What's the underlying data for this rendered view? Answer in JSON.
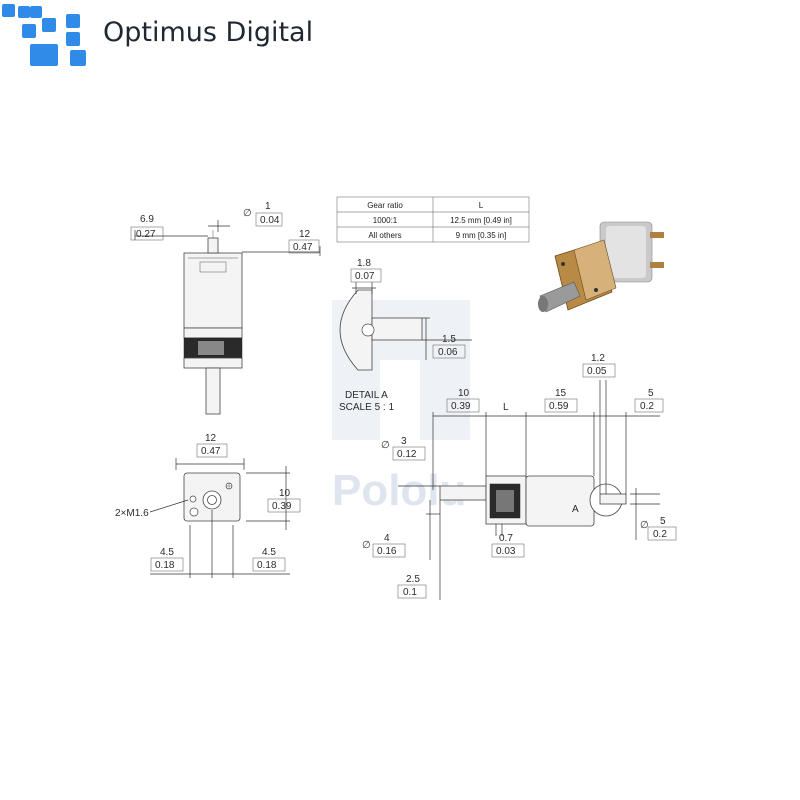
{
  "brand": {
    "name": "Optimus Digital",
    "logo_color": "#2f8ae8",
    "logo_icon": "pixel-squares-logo"
  },
  "watermark": "Pololu",
  "gear_table": {
    "headers": [
      "Gear ratio",
      "L"
    ],
    "rows": [
      [
        "1000:1",
        "12.5 mm [0.49 in]"
      ],
      [
        "All others",
        "9 mm [0.35 in]"
      ]
    ]
  },
  "front_view": {
    "shaft_dia": "1",
    "shaft_dia_in": "0.04",
    "offset": "6.9",
    "offset_in": "0.27",
    "width": "12",
    "width_in": "0.47"
  },
  "detail": {
    "depth": "1.8",
    "depth_in": "0.07",
    "flat": "1.5",
    "flat_in": "0.06",
    "title": "DETAIL A",
    "scale": "SCALE 5 : 1"
  },
  "end_view": {
    "width": "12",
    "width_in": "0.47",
    "height": "10",
    "height_in": "0.39",
    "holes": "2×M1.6",
    "left": "4.5",
    "left_in": "0.18",
    "right": "4.5",
    "right_in": "0.18"
  },
  "side_view": {
    "shaft_len": "10",
    "shaft_len_in": "0.39",
    "gearbox_label": "L",
    "motor_len": "15",
    "motor_len_in": "0.59",
    "terminal_w": "1.2",
    "terminal_w_in": "0.05",
    "terminal_len": "5",
    "terminal_len_in": "0.2",
    "shaft_small_dia": "3",
    "shaft_small_dia_in": "0.12",
    "shaft_big_dia": "4",
    "shaft_big_dia_in": "0.16",
    "plate": "0.7",
    "plate_in": "0.03",
    "shaft_flat": "2.5",
    "shaft_flat_in": "0.1",
    "terminal_h": "5",
    "terminal_h_in": "0.2",
    "detail_ref": "A"
  },
  "symbols": {
    "diameter": "∅"
  }
}
